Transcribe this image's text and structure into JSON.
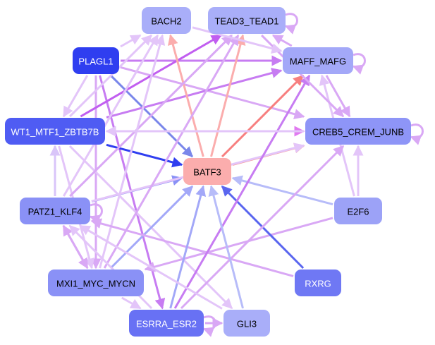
{
  "diagram": {
    "type": "directed-network",
    "nodes": [
      {
        "id": "BACH2",
        "label": "BACH2",
        "fill": "#a9aef9",
        "text": "#000000"
      },
      {
        "id": "TEAD3_TEAD1",
        "label": "TEAD3_TEAD1",
        "fill": "#a9aef9",
        "text": "#000000"
      },
      {
        "id": "PLAGL1",
        "label": "PLAGL1",
        "fill": "#2f3ef0",
        "text": "#ffffff"
      },
      {
        "id": "MAFF_MAFG",
        "label": "MAFF_MAFG",
        "fill": "#a3a8f8",
        "text": "#000000"
      },
      {
        "id": "WT1_MTF1_ZBTB7B",
        "label": "WT1_MTF1_ZBTB7B",
        "fill": "#4f5cf3",
        "text": "#ffffff"
      },
      {
        "id": "CREB5_CREM_JUNB",
        "label": "CREB5_CREM_JUNB",
        "fill": "#8e95f7",
        "text": "#000000"
      },
      {
        "id": "BATF3",
        "label": "BATF3",
        "fill": "#fbadad",
        "text": "#000000"
      },
      {
        "id": "PATZ1_KLF4",
        "label": "PATZ1_KLF4",
        "fill": "#8a91f6",
        "text": "#000000"
      },
      {
        "id": "E2F6",
        "label": "E2F6",
        "fill": "#9ca2f7",
        "text": "#000000"
      },
      {
        "id": "MXI1_MYC_MYCN",
        "label": "MXI1_MYC_MYCN",
        "fill": "#8a91f6",
        "text": "#000000"
      },
      {
        "id": "RXRG",
        "label": "RXRG",
        "fill": "#6f78f4",
        "text": "#ffffff"
      },
      {
        "id": "ESRRA_ESR2",
        "label": "ESRRA_ESR2",
        "fill": "#6871f4",
        "text": "#ffffff"
      },
      {
        "id": "GLI3",
        "label": "GLI3",
        "fill": "#a9aef9",
        "text": "#000000"
      }
    ],
    "edges": [
      {
        "from": "PLAGL1",
        "to": "BACH2",
        "color": "#e3c5f9"
      },
      {
        "from": "PLAGL1",
        "to": "MAFF_MAFG",
        "color": "#c77cf2"
      },
      {
        "from": "PLAGL1",
        "to": "BATF3",
        "color": "#7a87ea"
      },
      {
        "from": "PLAGL1",
        "to": "WT1_MTF1_ZBTB7B",
        "color": "#e3c5f9"
      },
      {
        "from": "PLAGL1",
        "to": "CREB5_CREM_JUNB",
        "color": "#d9a8f5"
      },
      {
        "from": "PLAGL1",
        "to": "ESRRA_ESR2",
        "color": "#c77cf2"
      },
      {
        "from": "PLAGL1",
        "to": "MXI1_MYC_MYCN",
        "color": "#d9a8f5"
      },
      {
        "from": "WT1_MTF1_ZBTB7B",
        "to": "BATF3",
        "color": "#2f3ef0"
      },
      {
        "from": "WT1_MTF1_ZBTB7B",
        "to": "TEAD3_TEAD1",
        "color": "#c15ef0"
      },
      {
        "from": "WT1_MTF1_ZBTB7B",
        "to": "MAFF_MAFG",
        "color": "#c77cf2"
      },
      {
        "from": "WT1_MTF1_ZBTB7B",
        "to": "CREB5_CREM_JUNB",
        "color": "#e07af0"
      },
      {
        "from": "WT1_MTF1_ZBTB7B",
        "to": "BACH2",
        "color": "#e3c5f9"
      },
      {
        "from": "WT1_MTF1_ZBTB7B",
        "to": "MXI1_MYC_MYCN",
        "color": "#e3c5f9"
      },
      {
        "from": "WT1_MTF1_ZBTB7B",
        "to": "GLI3",
        "color": "#e3c5f9"
      },
      {
        "from": "BATF3",
        "to": "BACH2",
        "color": "#fbadad"
      },
      {
        "from": "BATF3",
        "to": "TEAD3_TEAD1",
        "color": "#fbadad"
      },
      {
        "from": "BATF3",
        "to": "MAFF_MAFG",
        "color": "#f77f7f"
      },
      {
        "from": "BATF3",
        "to": "CREB5_CREM_JUNB",
        "color": "#f99898"
      },
      {
        "from": "PATZ1_KLF4",
        "to": "BATF3",
        "color": "#8a91f6"
      },
      {
        "from": "PATZ1_KLF4",
        "to": "WT1_MTF1_ZBTB7B",
        "color": "#d9c5f9"
      },
      {
        "from": "PATZ1_KLF4",
        "to": "TEAD3_TEAD1",
        "color": "#d9a8f5"
      },
      {
        "from": "PATZ1_KLF4",
        "to": "BACH2",
        "color": "#e3c5f9"
      },
      {
        "from": "PATZ1_KLF4",
        "to": "CREB5_CREM_JUNB",
        "color": "#e3c5f9"
      },
      {
        "from": "PATZ1_KLF4",
        "to": "MXI1_MYC_MYCN",
        "color": "#d9a8f5"
      },
      {
        "from": "PATZ1_KLF4",
        "to": "PATZ1_KLF4",
        "color": "#d9a8f5"
      },
      {
        "from": "E2F6",
        "to": "BATF3",
        "color": "#b7bcf9"
      },
      {
        "from": "E2F6",
        "to": "CREB5_CREM_JUNB",
        "color": "#e3c5f9"
      },
      {
        "from": "E2F6",
        "to": "MAFF_MAFG",
        "color": "#e3c5f9"
      },
      {
        "from": "E2F6",
        "to": "MXI1_MYC_MYCN",
        "color": "#d9a8f5"
      },
      {
        "from": "MXI1_MYC_MYCN",
        "to": "BATF3",
        "color": "#a3a8f8"
      },
      {
        "from": "MXI1_MYC_MYCN",
        "to": "PATZ1_KLF4",
        "color": "#d9a8f5"
      },
      {
        "from": "MXI1_MYC_MYCN",
        "to": "TEAD3_TEAD1",
        "color": "#d9a8f5"
      },
      {
        "from": "MXI1_MYC_MYCN",
        "to": "ESRRA_ESR2",
        "color": "#e3c5f9"
      },
      {
        "from": "MXI1_MYC_MYCN",
        "to": "BACH2",
        "color": "#e3c5f9"
      },
      {
        "from": "RXRG",
        "to": "BATF3",
        "color": "#5a66ef"
      },
      {
        "from": "RXRG",
        "to": "PATZ1_KLF4",
        "color": "#d9a8f5"
      },
      {
        "from": "ESRRA_ESR2",
        "to": "BATF3",
        "color": "#a3a8f8"
      },
      {
        "from": "ESRRA_ESR2",
        "to": "MAFF_MAFG",
        "color": "#c77cf2"
      },
      {
        "from": "ESRRA_ESR2",
        "to": "CREB5_CREM_JUNB",
        "color": "#d9a8f5"
      },
      {
        "from": "ESRRA_ESR2",
        "to": "GLI3",
        "color": "#d9a8f5"
      },
      {
        "from": "ESRRA_ESR2",
        "to": "PATZ1_KLF4",
        "color": "#e3c5f9"
      },
      {
        "from": "ESRRA_ESR2",
        "to": "ESRRA_ESR2",
        "color": "#d9a8f5"
      },
      {
        "from": "GLI3",
        "to": "BATF3",
        "color": "#b7bcf9"
      },
      {
        "from": "GLI3",
        "to": "PATZ1_KLF4",
        "color": "#e3c5f9"
      },
      {
        "from": "MAFF_MAFG",
        "to": "CREB5_CREM_JUNB",
        "color": "#d9a8f5"
      },
      {
        "from": "MAFF_MAFG",
        "to": "TEAD3_TEAD1",
        "color": "#d9a8f5"
      },
      {
        "from": "MAFF_MAFG",
        "to": "MAFF_MAFG",
        "color": "#d9a8f5"
      },
      {
        "from": "TEAD3_TEAD1",
        "to": "TEAD3_TEAD1",
        "color": "#d9a8f5"
      },
      {
        "from": "TEAD3_TEAD1",
        "to": "CREB5_CREM_JUNB",
        "color": "#d9a8f5"
      },
      {
        "from": "CREB5_CREM_JUNB",
        "to": "CREB5_CREM_JUNB",
        "color": "#d9a8f5"
      },
      {
        "from": "CREB5_CREM_JUNB",
        "to": "WT1_MTF1_ZBTB7B",
        "color": "#e3c5f9"
      },
      {
        "from": "BACH2",
        "to": "MAFF_MAFG",
        "color": "#e3c5f9"
      }
    ]
  }
}
